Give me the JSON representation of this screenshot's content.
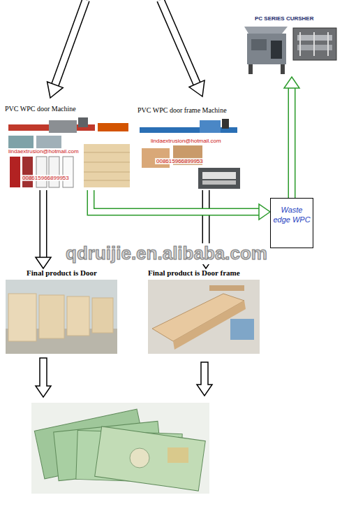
{
  "diagram": {
    "nodes": [
      {
        "text": [
          "PVC WPC door Machine"
        ]
      },
      {
        "text": [
          "PVC WPC door frame Machine"
        ]
      },
      {
        "text": [
          "PC SERIES CURSHER"
        ]
      },
      {
        "text": [
          "Waste edge WPC"
        ]
      },
      {
        "text": [
          "Final product is Door"
        ]
      },
      {
        "text": [
          "Final product is Door frame"
        ]
      }
    ],
    "edges": [
      {
        "from": 0,
        "to": 4,
        "arrow": "to"
      },
      {
        "from": 1,
        "to": 5,
        "arrow": "to"
      },
      {
        "from": 0,
        "to": 3,
        "arrow": "to"
      },
      {
        "from": 3,
        "to": 2,
        "arrow": "to"
      }
    ],
    "labels": [
      "lindaextrusion@hotmail.com",
      "008615966899953",
      "lindaextrusion@hotmail.com",
      "008615966899953",
      "qdruijie.en.alibaba.com"
    ]
  }
}
